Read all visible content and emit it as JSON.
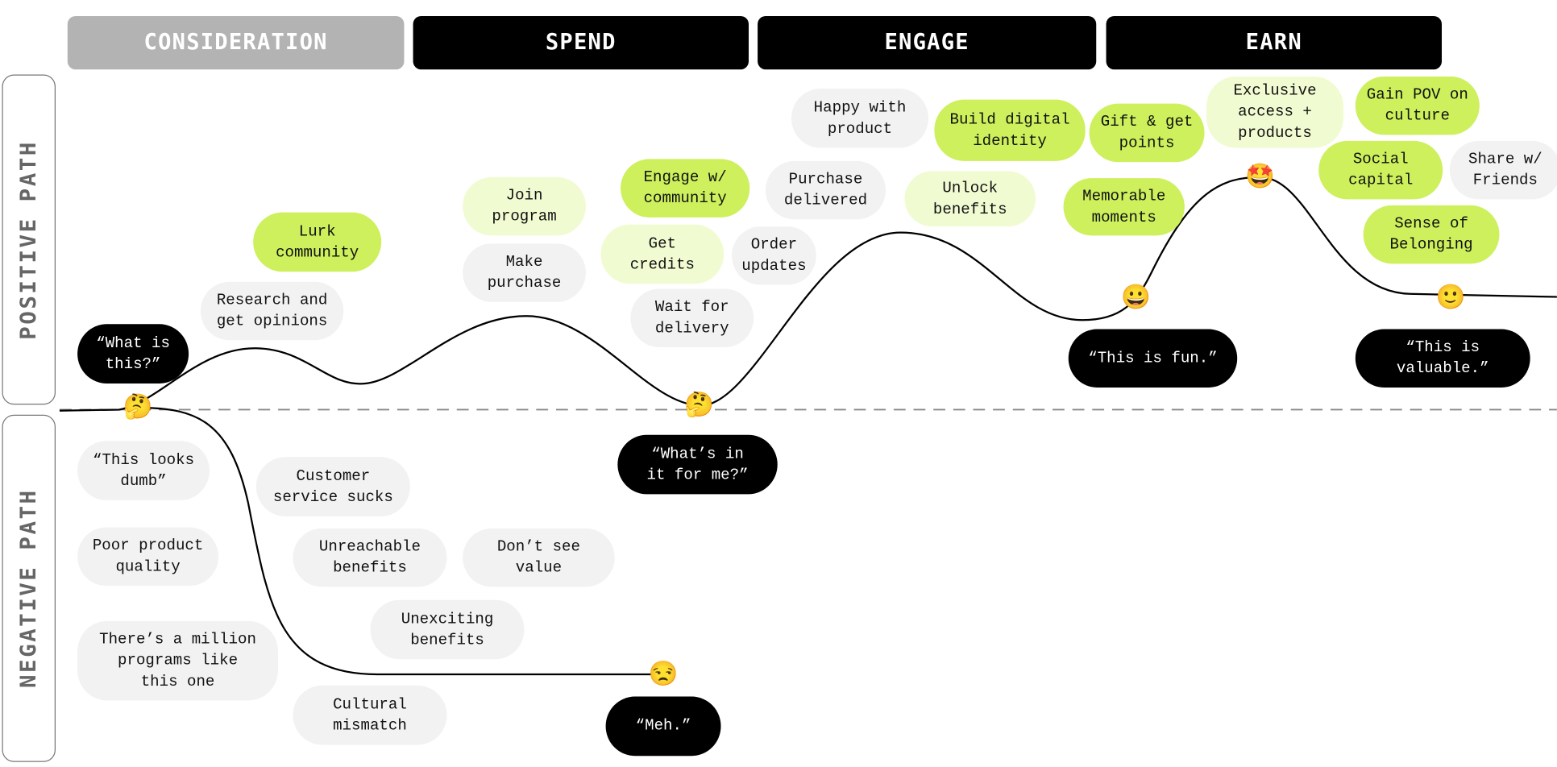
{
  "stages": [
    "CONSIDERATION",
    "SPEND",
    "ENGAGE",
    "EARN"
  ],
  "paths": {
    "positive": "POSITIVE PATH",
    "negative": "NEGATIVE PATH"
  },
  "colors": {
    "highlight": "#cdf05c",
    "pale": "#f1fbd2",
    "neutral": "#f2f2f2",
    "quote": "#000000",
    "stage_inactive": "#b3b3b3",
    "stage_active": "#000000"
  },
  "positive": {
    "what_is_this": "“What is\nthis?”",
    "lurk": "Lurk\ncommunity",
    "research": "Research and\nget opinions",
    "join": "Join\nprogram",
    "purchase": "Make\npurchase",
    "engage": "Engage w/\ncommunity",
    "credits": "Get\ncredits",
    "order": "Order\nupdates",
    "wait": "Wait for\ndelivery",
    "happy": "Happy with\nproduct",
    "delivered": "Purchase\ndelivered",
    "identity": "Build digital\nidentity",
    "unlock": "Unlock\nbenefits",
    "gift": "Gift & get\npoints",
    "memorable": "Memorable\nmoments",
    "exclusive": "Exclusive\naccess +\nproducts",
    "pov": "Gain POV on\nculture",
    "social": "Social\ncapital",
    "share": "Share w/\nFriends",
    "belonging": "Sense of\nBelonging",
    "fun": "“This is fun.”",
    "valuable": "“This is\nvaluable.”"
  },
  "negative": {
    "whats_in_it": "“What’s in\nit for me?”",
    "dumb": "“This looks\ndumb”",
    "service": "Customer\nservice sucks",
    "quality": "Poor product\nquality",
    "unreachable": "Unreachable\nbenefits",
    "no_value": "Don’t see\nvalue",
    "unexciting": "Unexciting\nbenefits",
    "million": "There’s a million\nprograms like\nthis one",
    "mismatch": "Cultural\nmismatch",
    "meh": "“Meh.”"
  },
  "emojis": {
    "thinking": "🤔",
    "unamused": "😒",
    "grinning": "😀",
    "star_struck": "🤩",
    "smiling": "🙂"
  }
}
